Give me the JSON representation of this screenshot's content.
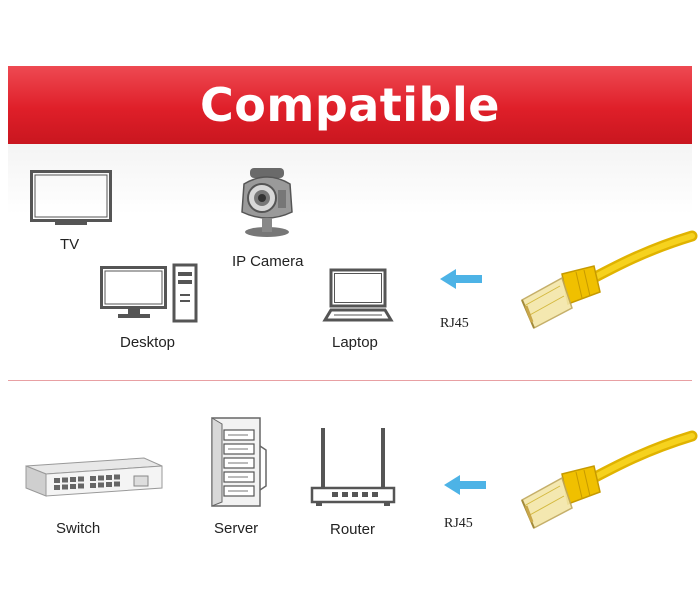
{
  "banner": {
    "title": "Compatible"
  },
  "top_devices": {
    "tv": {
      "label": "TV",
      "icon": "tv-icon"
    },
    "ip_camera": {
      "label": "IP Camera",
      "icon": "ip-camera-icon"
    },
    "desktop": {
      "label": "Desktop",
      "icon": "desktop-computer-icon"
    },
    "laptop": {
      "label": "Laptop",
      "icon": "laptop-icon"
    },
    "connector": {
      "label": "RJ45",
      "icon": "rj45-cable-icon"
    }
  },
  "bottom_devices": {
    "switch": {
      "label": "Switch",
      "icon": "network-switch-icon"
    },
    "server": {
      "label": "Server",
      "icon": "server-rack-icon"
    },
    "router": {
      "label": "Router",
      "icon": "router-icon"
    },
    "connector": {
      "label": "RJ45",
      "icon": "rj45-cable-icon"
    }
  },
  "colors": {
    "banner": "#df1f29",
    "arrow": "#4db3e6",
    "cable": "#f0c000",
    "icon": "#555555"
  }
}
